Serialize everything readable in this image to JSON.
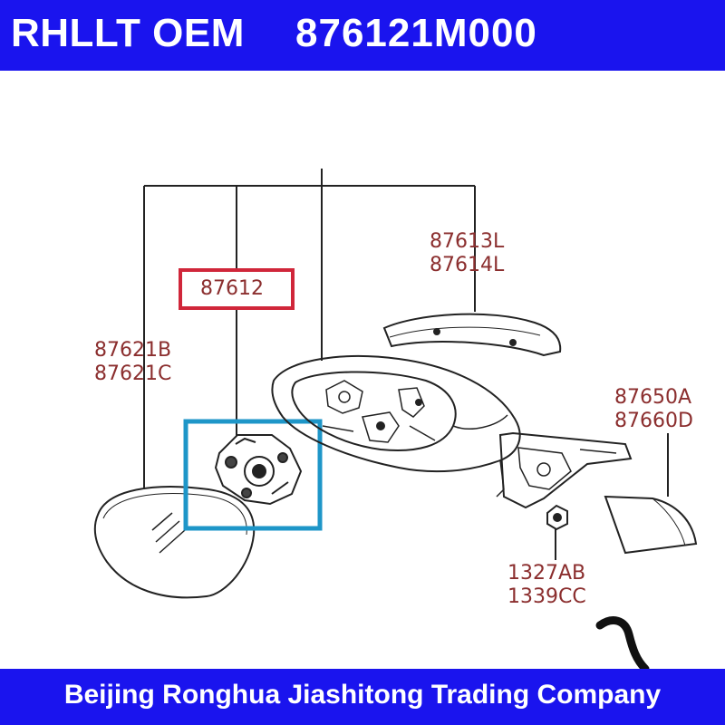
{
  "header": {
    "brand": "RHLLT OEM",
    "part_number": "876121M000"
  },
  "footer": {
    "company": "Beijing Ronghua Jiashitong Trading Company"
  },
  "callouts": {
    "mirror_glass": [
      "87621B",
      "87621C"
    ],
    "actuator": "87612",
    "cover": [
      "87613L",
      "87614L"
    ],
    "scalp": [
      "87650A",
      "87660D"
    ],
    "nut": [
      "1327AB",
      "1339CC"
    ]
  },
  "colors": {
    "banner": "#1a14ee",
    "label": "#8b2e2e",
    "actuator_box": "#d0263a",
    "highlight_box": "#1e96c8"
  }
}
